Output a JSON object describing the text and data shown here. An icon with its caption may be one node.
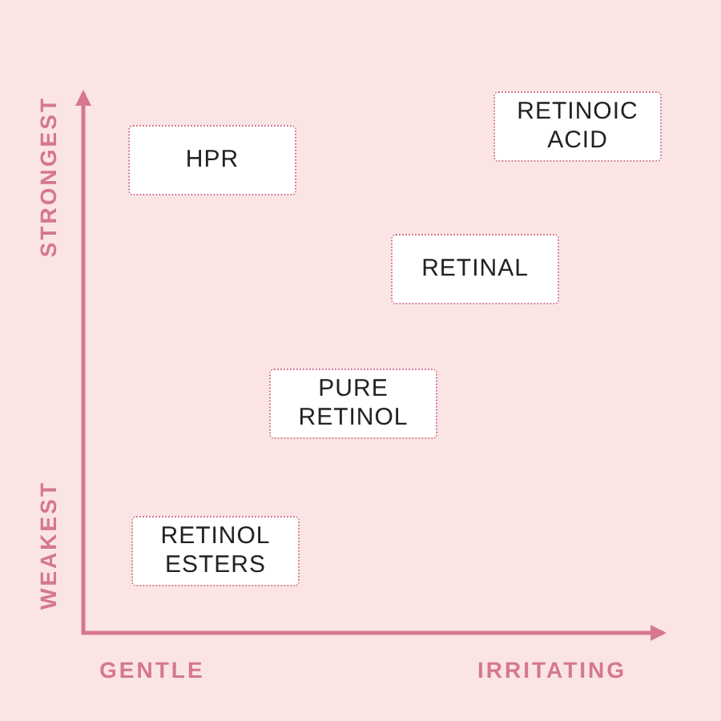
{
  "diagram": {
    "nodes": [
      {
        "text": [
          "HPR"
        ]
      },
      {
        "text": [
          "RETINOIC ACID"
        ]
      },
      {
        "text": [
          "RETINAL"
        ]
      },
      {
        "text": [
          "PURE RETINOL"
        ]
      },
      {
        "text": [
          "RETINOL ESTERS"
        ]
      }
    ],
    "labels": [
      "STRONGEST",
      "WEAKEST",
      "GENTLE",
      "IRRITATING"
    ]
  }
}
